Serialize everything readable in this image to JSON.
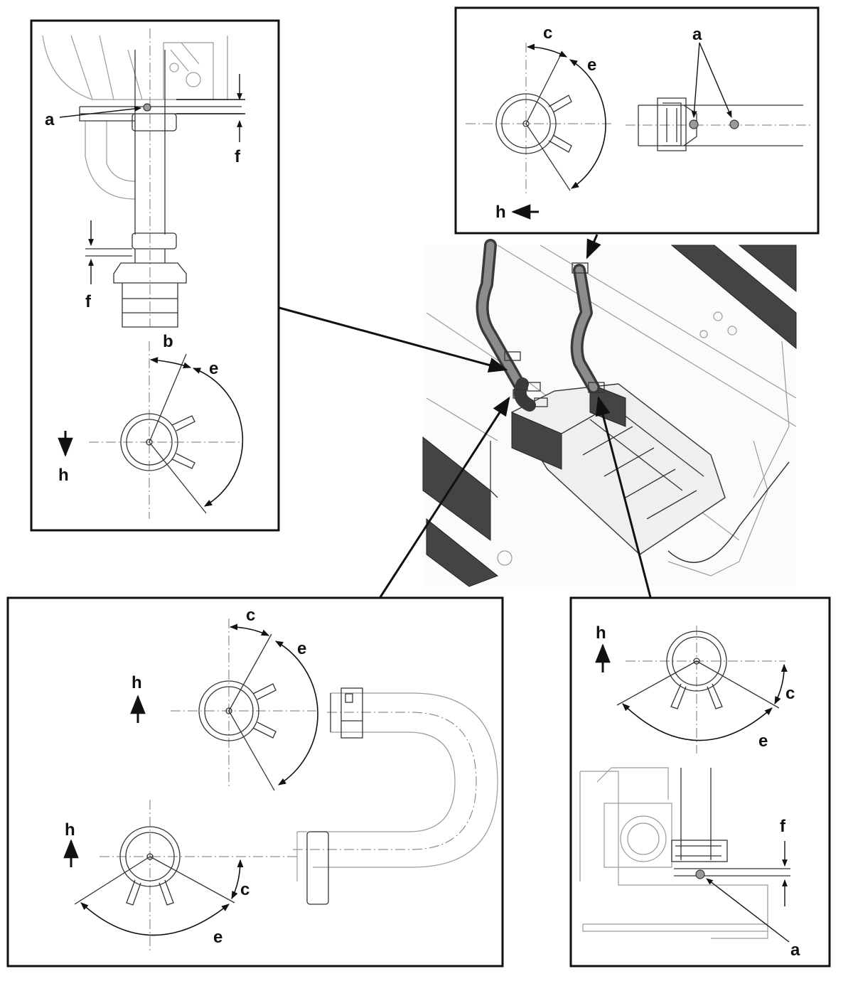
{
  "labels": {
    "a": "a",
    "b": "b",
    "c": "c",
    "e": "e",
    "f": "f",
    "h": "h"
  },
  "icons": {
    "direction_arrow": "arrow-icon",
    "paint_mark": "dot-marker-icon",
    "hose_clamp": "hose-clamp-icon"
  },
  "colors": {
    "line": "#111111",
    "drawing": "#333333",
    "mark": "#9b9b9b",
    "shadow": "#444444"
  }
}
